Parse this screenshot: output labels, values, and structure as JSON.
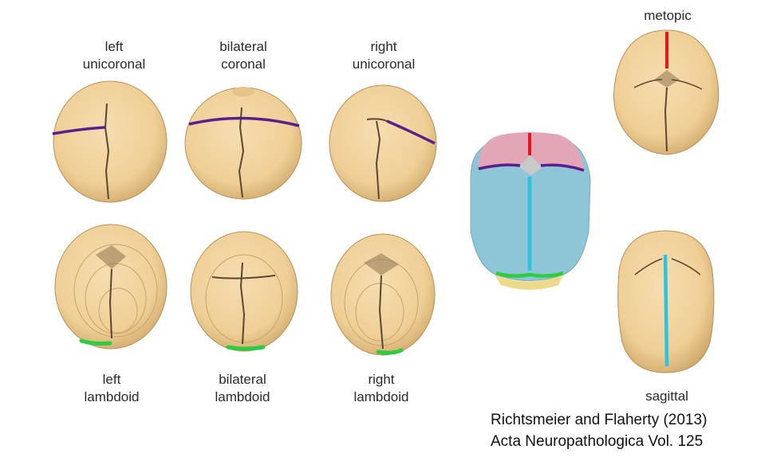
{
  "labels": {
    "left_unicoronal": "left\nunicoronal",
    "bilateral_coronal": "bilateral\ncoronal",
    "right_unicoronal": "right\nunicoronal",
    "metopic": "metopic",
    "left_lambdoid": "left\nlambdoid",
    "bilateral_lambdoid": "bilateral\nlambdoid",
    "right_lambdoid": "right\nlambdoid",
    "sagittal": "sagittal"
  },
  "citation": {
    "line1": "Richtsmeier and Flaherty (2013)",
    "line2": "Acta Neuropathologica Vol. 125"
  },
  "colors": {
    "bone": "#f0d39e",
    "bone_shade": "#d9b77c",
    "coronal_suture": "#5a1f8c",
    "lambdoid_suture": "#2ecc40",
    "metopic_suture": "#e8161a",
    "sagittal_suture": "#2bc4e0",
    "frontal_bone": "#e3a6b6",
    "parietal_bone": "#8ec6d8",
    "occipital_bone": "#ecd98a"
  }
}
